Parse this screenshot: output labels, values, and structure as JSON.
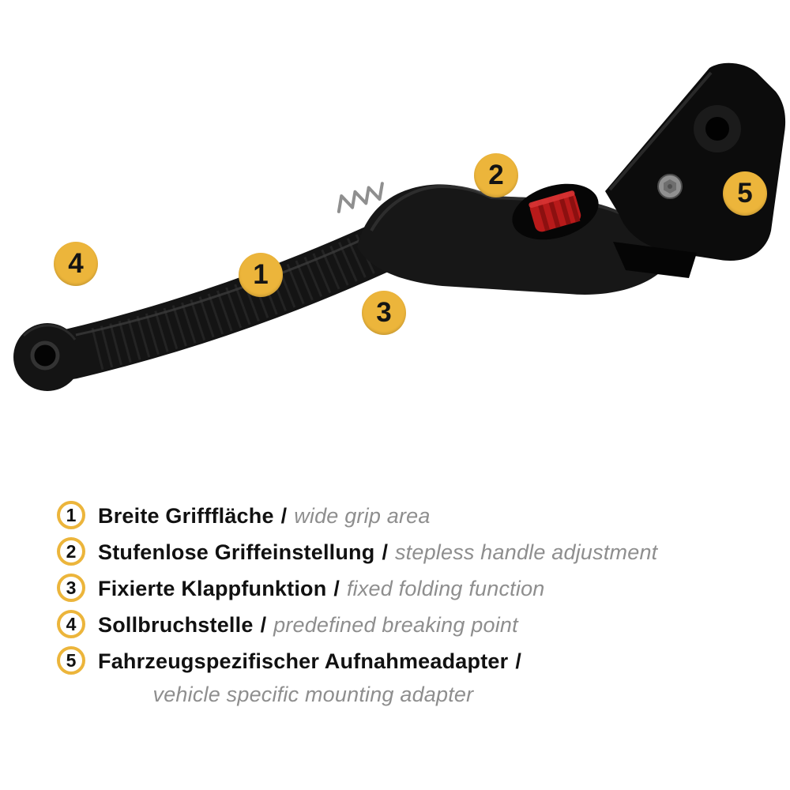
{
  "colors": {
    "accent_yellow": "#ECB53B",
    "dial_red": "#B81A1A",
    "lever_black": "#141414",
    "text_gray": "#8E8E8E"
  },
  "figure": {
    "alt": "Black motorcycle brake lever with numbered feature callouts",
    "logo_icon": "wave-zigzag-brand-logo",
    "callouts": [
      {
        "label": "1"
      },
      {
        "label": "2"
      },
      {
        "label": "3"
      },
      {
        "label": "4"
      },
      {
        "label": "5"
      }
    ]
  },
  "legend": {
    "items": [
      {
        "num": "1",
        "de": "Breite Grifffläche",
        "sep": "/",
        "en": "wide grip area"
      },
      {
        "num": "2",
        "de": "Stufenlose Griffeinstellung",
        "sep": "/",
        "en": "stepless handle adjustment"
      },
      {
        "num": "3",
        "de": "Fixierte Klappfunktion",
        "sep": "/",
        "en": "fixed folding function"
      },
      {
        "num": "4",
        "de": "Sollbruchstelle",
        "sep": "/",
        "en": "predefined breaking point"
      },
      {
        "num": "5",
        "de": "Fahrzeugspezifischer Aufnahmeadapter",
        "sep": "/",
        "en": "vehicle specific mounting adapter"
      }
    ]
  }
}
